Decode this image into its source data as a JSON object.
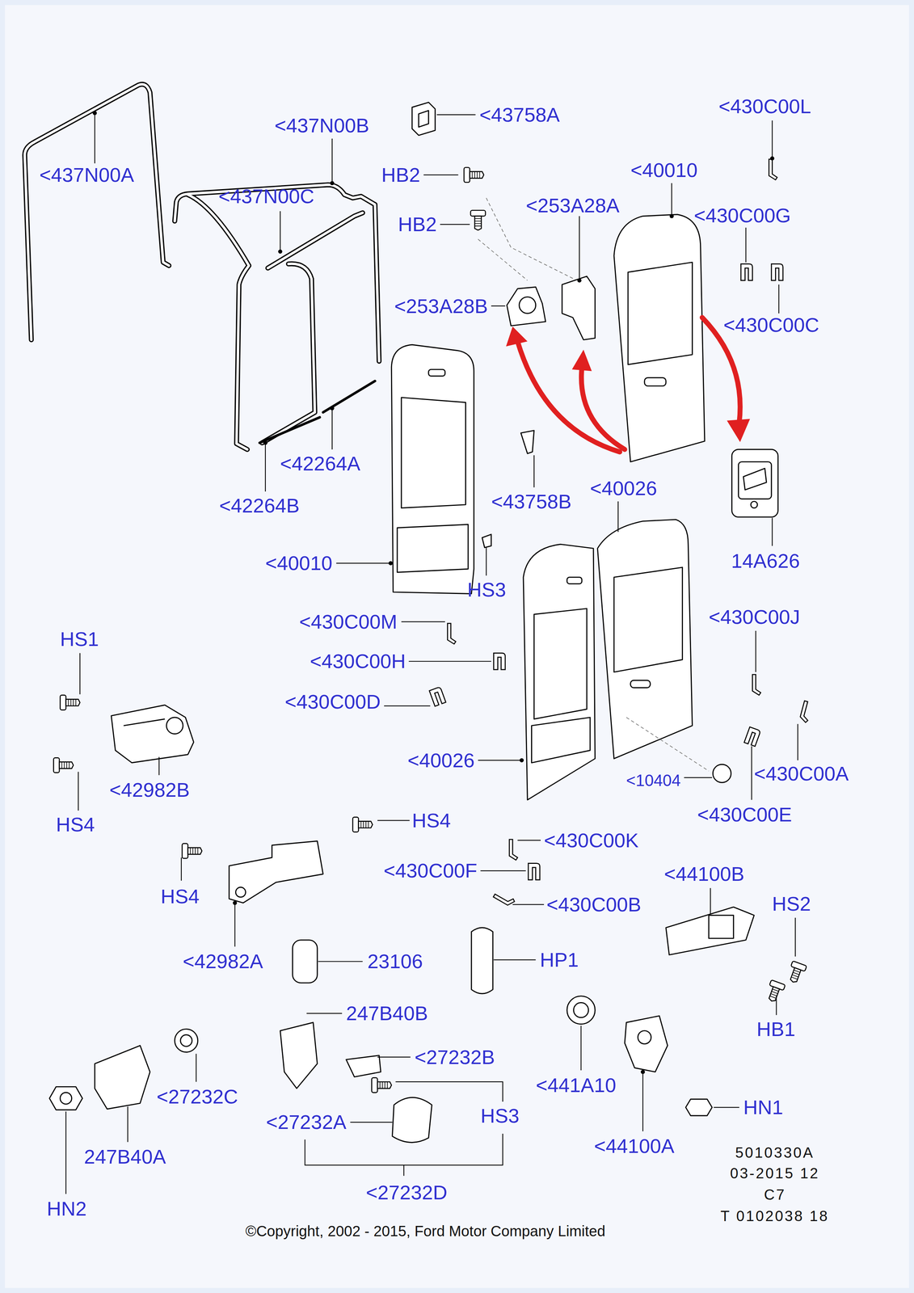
{
  "diagram": {
    "caption": "©Copyright, 2002 - 2015, Ford Motor Company Limited",
    "labels": [
      "<437N00A",
      "<437N00B",
      "<437N00C",
      "<43758A",
      "HB2",
      "<253A28A",
      "HB2",
      "<253A28B",
      "<430C00L",
      "<40010",
      "<430C00G",
      "<430C00C",
      "<42264A",
      "<42264B",
      "<43758B",
      "<40026",
      "14A626",
      "<40010",
      "HS3",
      "HS1",
      "<430C00M",
      "<430C00J",
      "<430C00H",
      "<430C00D",
      "<40026",
      "<10404",
      "<430C00A",
      "<42982B",
      "HS4",
      "<430C00E",
      "HS4",
      "<430C00K",
      "<430C00F",
      "<44100B",
      "HS4",
      "<430C00B",
      "HS2",
      "<42982A",
      "23106",
      "HP1",
      "247B40B",
      "HB1",
      "<27232B",
      "<27232C",
      "<441A10",
      "HS3",
      "<27232A",
      "HN1",
      "<44100A",
      "247B40A",
      "<27232D",
      "HN2",
      "5010330A",
      "03-2015 12",
      "C7",
      "T 0102038 18"
    ]
  }
}
